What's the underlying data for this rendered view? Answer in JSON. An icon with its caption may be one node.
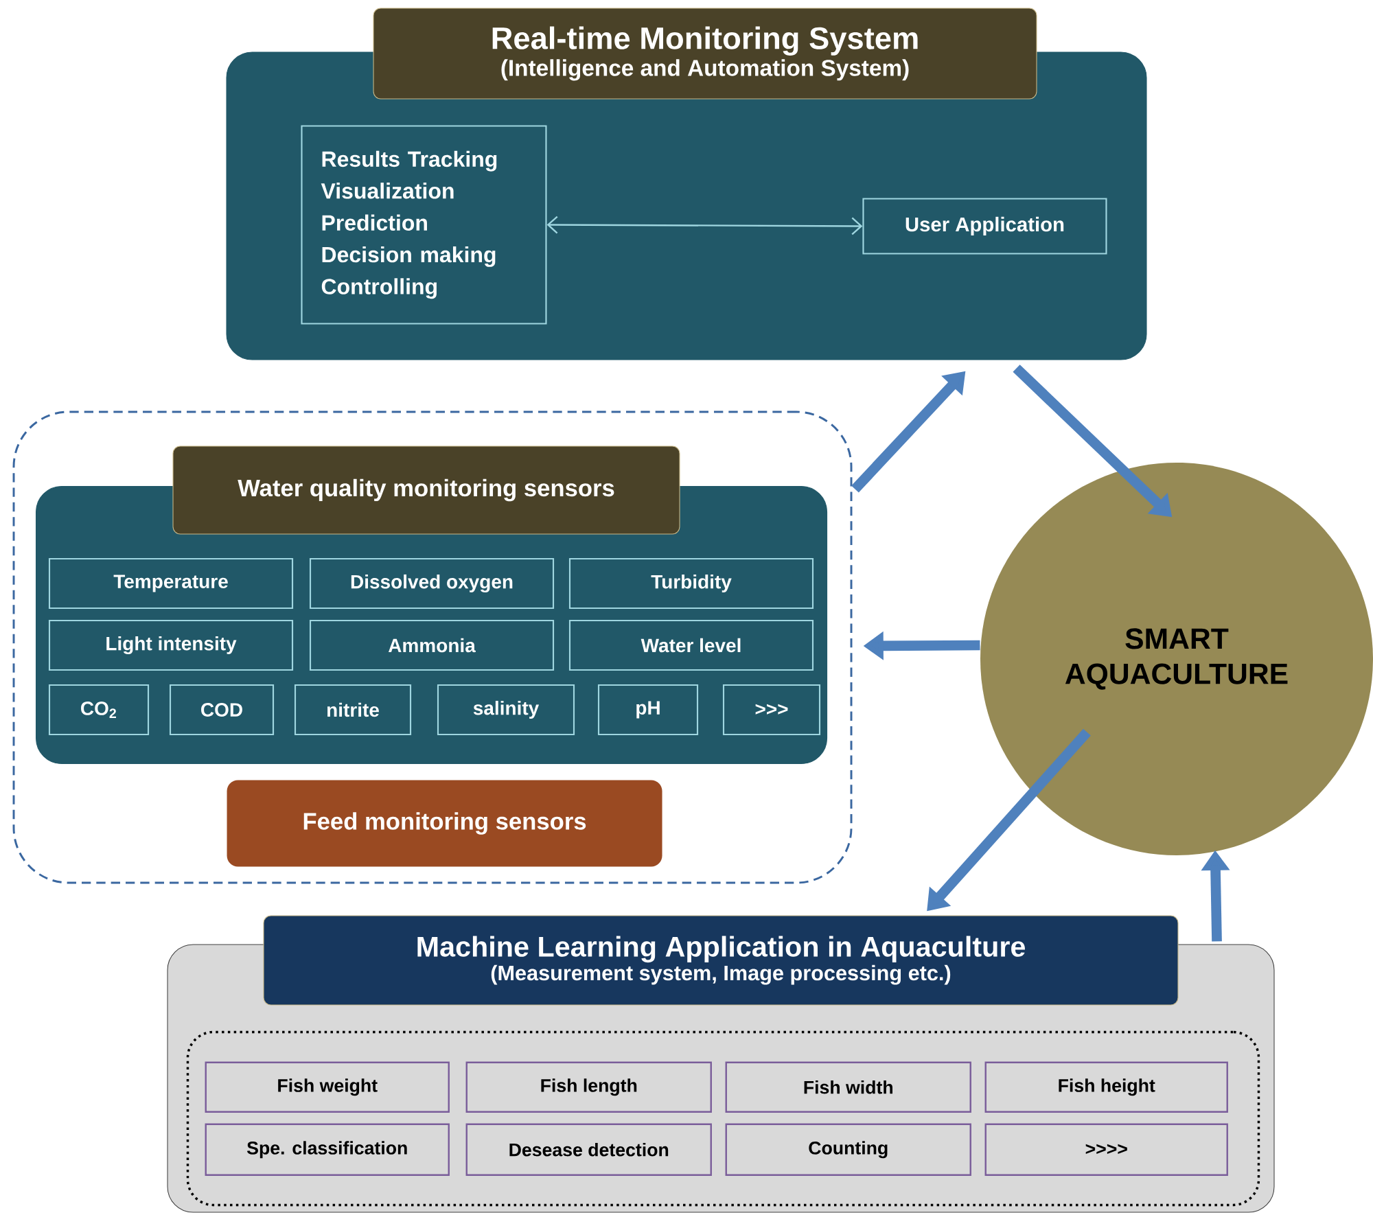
{
  "diagram": {
    "nodes": [
      {
        "text": [
          "Real-time Monitoring System",
          "(Intelligence and Automation System)"
        ]
      },
      {
        "text": [
          "Results Tracking",
          "Visualization",
          "Prediction",
          "Decision making",
          "Controlling"
        ],
        "in": 0
      },
      {
        "text": [
          "User Application"
        ],
        "in": 0
      },
      {
        "text": [],
        "shape": "box"
      },
      {
        "text": [
          "Water quality monitoring sensors"
        ],
        "in": 3
      },
      {
        "text": [
          "Temperature"
        ],
        "in": 4
      },
      {
        "text": [
          "Dissolved oxygen"
        ],
        "in": 4
      },
      {
        "text": [
          "Turbidity"
        ],
        "in": 4
      },
      {
        "text": [
          "Light intensity"
        ],
        "in": 4
      },
      {
        "text": [
          "Ammonia"
        ],
        "in": 4
      },
      {
        "text": [
          "Water level"
        ],
        "in": 4
      },
      {
        "text": [
          "CO$_{2}$"
        ],
        "in": 4
      },
      {
        "text": [
          "COD"
        ],
        "in": 4
      },
      {
        "text": [
          "nitrite"
        ],
        "in": 4
      },
      {
        "text": [
          "salinity"
        ],
        "in": 4
      },
      {
        "text": [
          "pH"
        ],
        "in": 4
      },
      {
        "text": [
          ">>>"
        ],
        "in": 4
      },
      {
        "text": [
          "Feed monitoring sensors"
        ],
        "in": 3
      },
      {
        "text": [
          "SMART AQUACULTURE"
        ]
      },
      {
        "text": [
          "Machine Learning Application in Aquaculture",
          "(Measurement system, Image processing etc.)"
        ]
      },
      {
        "text": [],
        "shape": "box",
        "in": 19
      },
      {
        "text": [
          "Fish weight"
        ],
        "in": 20
      },
      {
        "text": [
          "Fish length"
        ],
        "in": 20
      },
      {
        "text": [
          "Fish width"
        ],
        "in": 20
      },
      {
        "text": [
          "Fish height"
        ],
        "in": 20
      },
      {
        "text": [
          "Spe. classification"
        ],
        "in": 20
      },
      {
        "text": [
          "Desease detection"
        ],
        "in": 20
      },
      {
        "text": [
          "Counting"
        ],
        "in": 20
      },
      {
        "text": [
          ">>>>"
        ],
        "in": 20
      }
    ],
    "edges": [
      {
        "from": 1,
        "to": 2,
        "arrow": "both",
        "color": "#9fd6e0"
      },
      {
        "from": 3,
        "to": 0,
        "arrow": "to"
      },
      {
        "from": 0,
        "to": 18,
        "arrow": "to"
      },
      {
        "from": 18,
        "to": 3,
        "arrow": "to"
      },
      {
        "from": 18,
        "to": 19,
        "arrow": "to"
      },
      {
        "from": 19,
        "to": 18,
        "arrow": "to"
      }
    ]
  }
}
